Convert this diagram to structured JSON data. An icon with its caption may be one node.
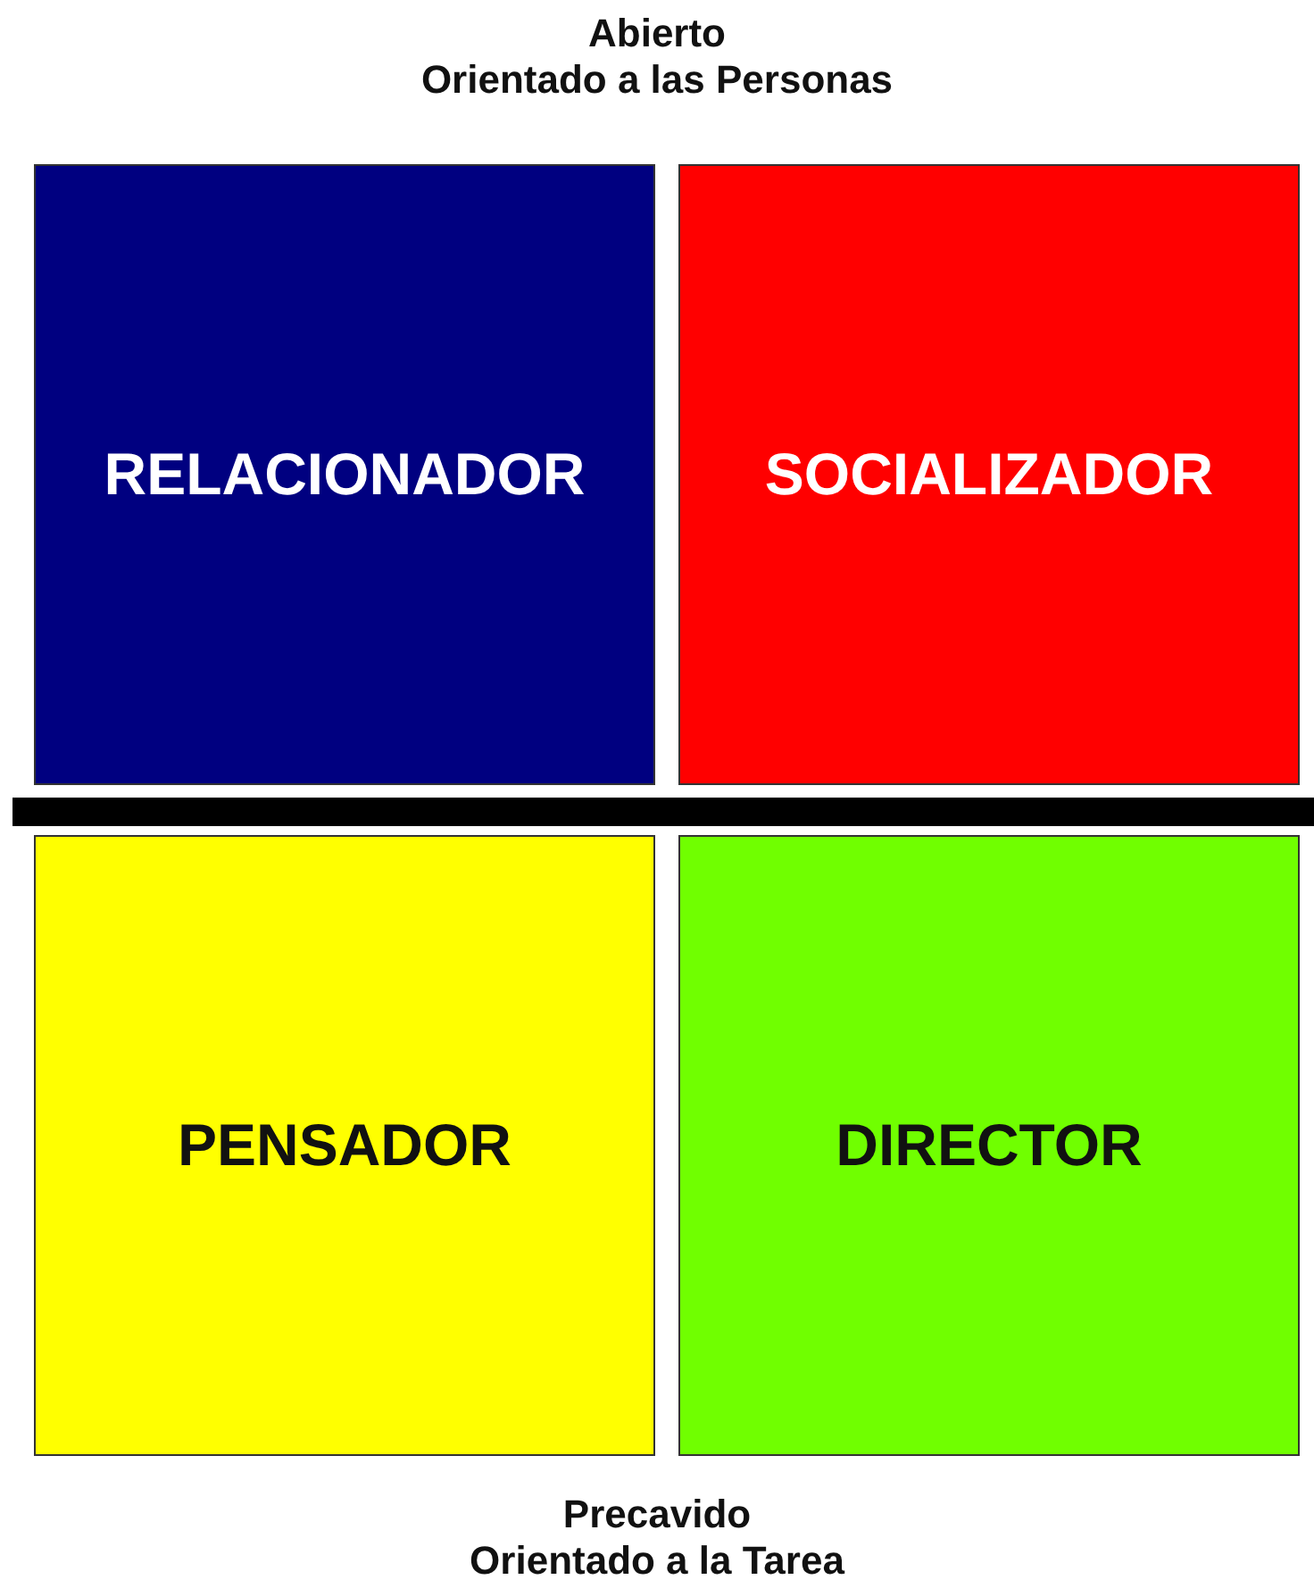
{
  "diagram": {
    "nodes": [
      {
        "text": [
          "RELACIONADOR"
        ]
      },
      {
        "text": [
          "SOCIALIZADOR"
        ]
      },
      {
        "text": [],
        "shape": "bar"
      },
      {
        "text": [
          "PENSADOR"
        ]
      },
      {
        "text": [
          "DIRECTOR"
        ]
      }
    ],
    "labels": [
      "Abierto",
      "Orientado a las Personas",
      "Precavido",
      "Orientado a la Tarea"
    ]
  }
}
